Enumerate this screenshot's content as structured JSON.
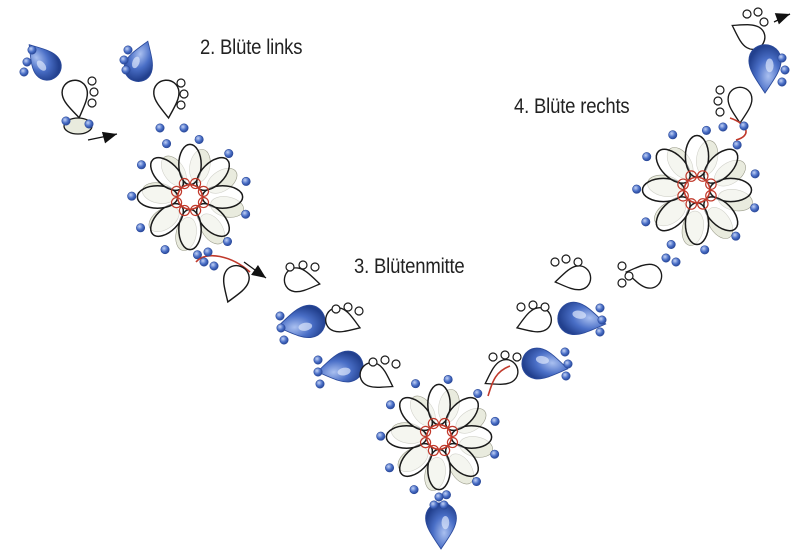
{
  "labels": {
    "left_flower": "2. Blüte links",
    "center_flower": "3. Blütenmitte",
    "right_flower": "4. Blüte rechts"
  },
  "colors": {
    "bead_blue": "#4a6fc7",
    "bead_blue_dark": "#2b4a9b",
    "petal_fill": "#e9ebde",
    "thread_black": "#1a1a1a",
    "thread_red": "#c0392b",
    "arrow": "#111111"
  }
}
